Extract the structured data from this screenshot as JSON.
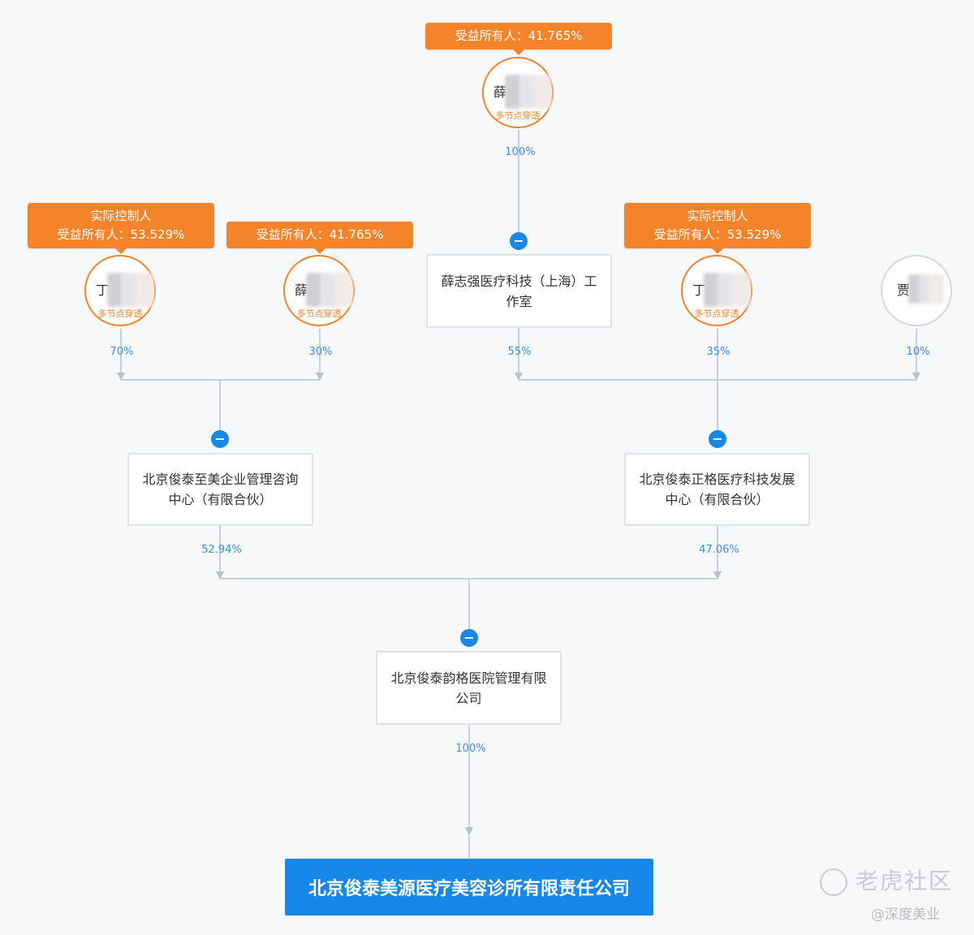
{
  "top_person": {
    "tag_lines": [
      "受益所有人：41.765%"
    ],
    "name": "薛",
    "note": "多节点穿透",
    "pct": "100%",
    "minus": "−"
  },
  "studio": {
    "name": "薛志强医疗科技（上海）工作室",
    "pct": "55%"
  },
  "persons": [
    {
      "tag_lines": [
        "实际控制人",
        "受益所有人：53.529%"
      ],
      "name": "丁",
      "note": "多节点穿透",
      "pct": "70%"
    },
    {
      "tag_lines": [
        "受益所有人：41.765%"
      ],
      "name": "薛",
      "note": "多节点穿透",
      "pct": "30%"
    },
    {
      "tag_lines": [
        "实际控制人",
        "受益所有人：53.529%"
      ],
      "name": "丁",
      "note": "多节点穿透",
      "pct": "35%"
    },
    {
      "tag_lines": [],
      "name": "贾",
      "note": "",
      "pct": "10%"
    }
  ],
  "mid_left": {
    "name": "北京俊泰至美企业管理咨询中心（有限合伙）",
    "pct": "52.94%",
    "minus": "−"
  },
  "mid_right": {
    "name": "北京俊泰正格医疗科技发展中心（有限合伙）",
    "pct": "47.06%",
    "minus": "−"
  },
  "holding": {
    "name": "北京俊泰韵格医院管理有限公司",
    "pct": "100%",
    "minus": "−"
  },
  "target": {
    "name": "北京俊泰美源医疗美容诊所有限责任公司"
  },
  "watermark": {
    "brand": "老虎社区",
    "sub": "@深度美业"
  },
  "colors": {
    "orange": "#f5832a",
    "blue": "#1787e8",
    "line": "#c8d0d8",
    "pct": "#3a8ee6"
  }
}
